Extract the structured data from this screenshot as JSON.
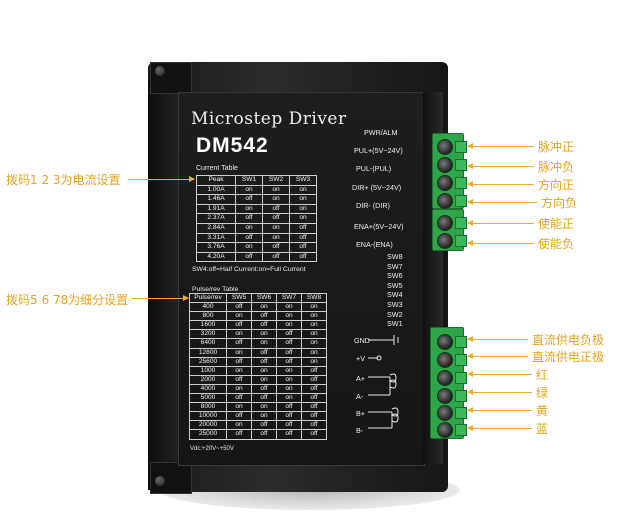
{
  "device": {
    "title": "Microstep Driver",
    "model": "DM542",
    "supply": "Vdc:+20V~+50V"
  },
  "current_table": {
    "title": "Current Table",
    "headers": [
      "Peak",
      "SW1",
      "SW2",
      "SW3"
    ],
    "rows": [
      [
        "1.00A",
        "on",
        "on",
        "on"
      ],
      [
        "1.46A",
        "off",
        "on",
        "on"
      ],
      [
        "1.91A",
        "on",
        "off",
        "on"
      ],
      [
        "2.37A",
        "off",
        "off",
        "on"
      ],
      [
        "2.84A",
        "on",
        "on",
        "off"
      ],
      [
        "3.31A",
        "off",
        "on",
        "off"
      ],
      [
        "3.76A",
        "on",
        "off",
        "off"
      ],
      [
        "4.20A",
        "off",
        "off",
        "off"
      ]
    ],
    "note": "SW4:off=Haif Current:on=Full Current"
  },
  "pulse_table": {
    "title": "Pulse/rev Table",
    "headers": [
      "Pulse/rev",
      "SW5",
      "SW6",
      "SW7",
      "SW8"
    ],
    "rows": [
      [
        "400",
        "off",
        "on",
        "on",
        "on"
      ],
      [
        "800",
        "on",
        "off",
        "on",
        "on"
      ],
      [
        "1600",
        "off",
        "off",
        "on",
        "on"
      ],
      [
        "3200",
        "on",
        "on",
        "off",
        "on"
      ],
      [
        "6400",
        "off",
        "on",
        "off",
        "on"
      ],
      [
        "12800",
        "on",
        "off",
        "off",
        "on"
      ],
      [
        "25600",
        "off",
        "off",
        "off",
        "on"
      ],
      [
        "1000",
        "on",
        "on",
        "on",
        "off"
      ],
      [
        "2000",
        "off",
        "on",
        "on",
        "off"
      ],
      [
        "4000",
        "on",
        "off",
        "on",
        "off"
      ],
      [
        "5000",
        "off",
        "off",
        "on",
        "off"
      ],
      [
        "8000",
        "on",
        "on",
        "off",
        "off"
      ],
      [
        "10000",
        "off",
        "on",
        "off",
        "off"
      ],
      [
        "20000",
        "on",
        "off",
        "off",
        "off"
      ],
      [
        "25000",
        "off",
        "off",
        "off",
        "off"
      ]
    ]
  },
  "signal_labels": {
    "pwr_alm": "PWR/ALM",
    "pul_plus": "PUL+(5V~24V)",
    "pul_minus": "PUL-(PUL)",
    "dir_plus": "DIR+ (5V~24V)",
    "dir_minus": "DIR- (DIR)",
    "ena_plus": "ENA+(5V~24V)",
    "ena_minus": "ENA-(ENA)"
  },
  "switch_labels": [
    "SW8",
    "SW7",
    "SW6",
    "SW5",
    "SW4",
    "SW3",
    "SW2",
    "SW1"
  ],
  "power_labels": {
    "gnd": "GND",
    "v_plus": "+V",
    "a_plus": "A+",
    "a_minus": "A-",
    "b_plus": "B+",
    "b_minus": "B-"
  },
  "annotations": {
    "left_current": "拨码1 2 3为电流设置",
    "left_pulse": "拨码5 6 78为细分设置",
    "pulse_pos": "脉冲正",
    "pulse_neg": "脉冲负",
    "dir_pos": "方向正",
    "dir_neg": "方向负",
    "ena_pos": "使能正",
    "ena_neg": "使能负",
    "dc_neg": "直流供电负极",
    "dc_pos": "直流供电正极",
    "red": "红",
    "green": "绿",
    "yellow": "黄",
    "blue": "蓝"
  },
  "colors": {
    "annotation": "#e6a31e",
    "connector": "#2fa54a",
    "case": "#1b1b1b"
  }
}
